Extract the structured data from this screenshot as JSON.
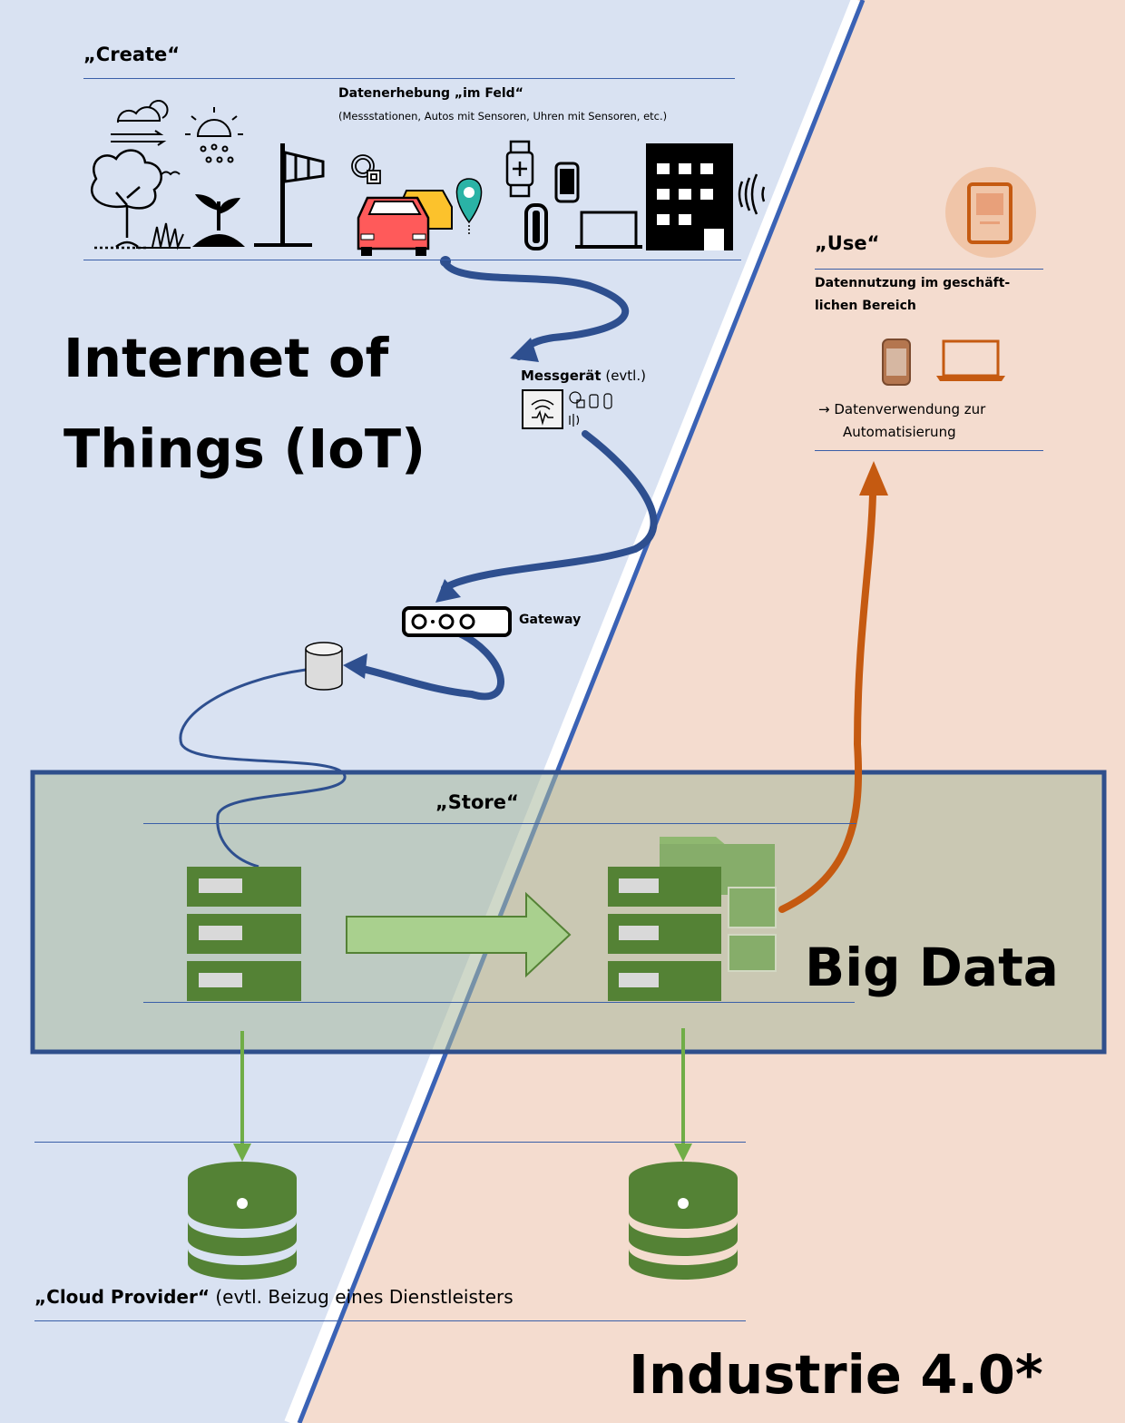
{
  "colors": {
    "iot_bg": "#d9e2f2",
    "industry_bg": "#f4dccf",
    "flow_blue": "#2e4f8f",
    "store_green": "#548235",
    "use_orange": "#c55a11",
    "store_border": "#2f4f8c"
  },
  "create": {
    "title": "„Create“",
    "heading": "Datenerhebung „im Feld“",
    "subheading": "(Messstationen, Autos mit Sensoren, Uhren mit Sensoren, etc.)",
    "icons": [
      "weather-icon",
      "sun-rain-icon",
      "tree-icon",
      "grass-icon",
      "sprout-icon",
      "windsock-icon",
      "nfc-tag-icon",
      "cars-icon",
      "map-pin-icon",
      "smartwatch-icon",
      "phone-icon",
      "fitness-band-icon",
      "laptop-icon",
      "building-icon",
      "signal-waves-icon"
    ]
  },
  "iot_title_line1": "Internet of",
  "iot_title_line2": "Things (IoT)",
  "messgeraet": {
    "bold": "Messgerät",
    "normal": "(evtl.)"
  },
  "gateway": {
    "label": "Gateway",
    "icon": "router-icon"
  },
  "use": {
    "title": "„Use“",
    "heading_line1": "Datennutzung  im geschäft-",
    "heading_line2": "lichen Bereich",
    "result_line1": "→  Datenverwendung zur",
    "result_line2": "Automatisierung"
  },
  "store": {
    "title": "„Store“"
  },
  "big_data": "Big Data",
  "cloud": {
    "bold": "„Cloud Provider“",
    "normal": " (evtl.  Beizug eines Dienstleisters"
  },
  "industrie": "Industrie 4.0*"
}
